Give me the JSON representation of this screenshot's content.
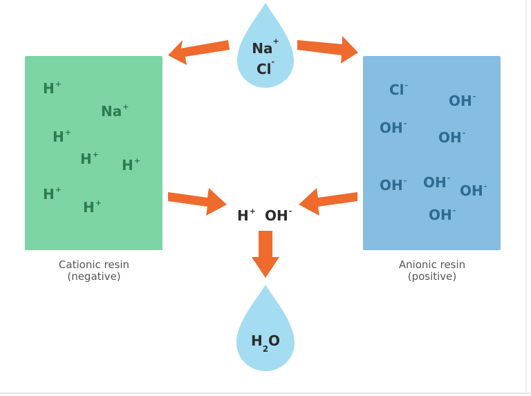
{
  "colors": {
    "cation_resin": "#7dd4a5",
    "anion_resin": "#86bde0",
    "cation_ion_text": "#2e7a52",
    "anion_ion_text": "#2f6a92",
    "arrow": "#ee6a2d",
    "drop": "#a4dcf1",
    "drop_text": "#2b2b2b",
    "center_text": "#2b2b2b"
  },
  "top_drop": {
    "line1_base": "Na",
    "line1_sup": "+",
    "line2_base": "Cl",
    "line2_sup": "-"
  },
  "cation_resin": {
    "label_line1": "Cationic resin",
    "label_line2": "(negative)",
    "ions": [
      {
        "base": "H",
        "sup": "+"
      },
      {
        "base": "Na",
        "sup": "+"
      },
      {
        "base": "H",
        "sup": "+"
      },
      {
        "base": "H",
        "sup": "+"
      },
      {
        "base": "H",
        "sup": "+"
      },
      {
        "base": "H",
        "sup": "+"
      },
      {
        "base": "H",
        "sup": "+"
      }
    ]
  },
  "anion_resin": {
    "label_line1": "Anionic resin",
    "label_line2": "(positive)",
    "ions": [
      {
        "base": "Cl",
        "sup": "-"
      },
      {
        "base": "OH",
        "sup": "-"
      },
      {
        "base": "OH",
        "sup": "-"
      },
      {
        "base": "OH",
        "sup": "-"
      },
      {
        "base": "OH",
        "sup": "-"
      },
      {
        "base": "OH",
        "sup": "-"
      },
      {
        "base": "OH",
        "sup": "-"
      },
      {
        "base": "OH",
        "sup": "-"
      }
    ]
  },
  "center": {
    "h_base": "H",
    "h_sup": "+",
    "oh_base": "OH",
    "oh_sup": "-"
  },
  "bottom_drop": {
    "base1": "H",
    "sub": "2",
    "base2": "O"
  }
}
